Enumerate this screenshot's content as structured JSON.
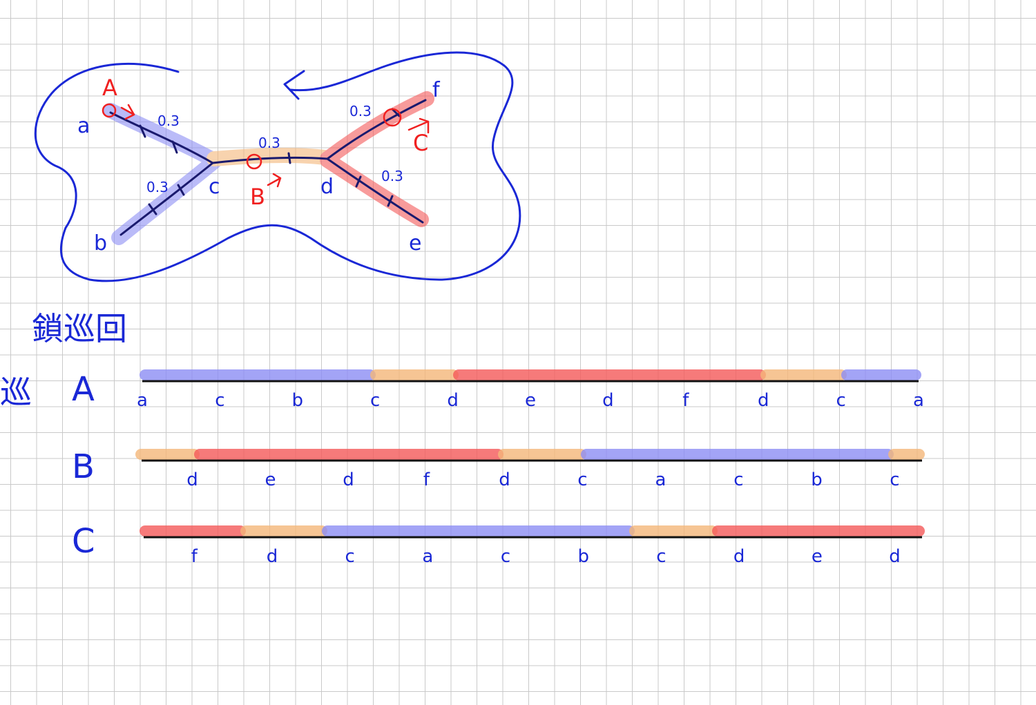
{
  "title": "鎖巡回",
  "side_label": "巡",
  "tree": {
    "node_labels": [
      "a",
      "b",
      "c",
      "d",
      "e",
      "f"
    ],
    "edge_weights": [
      "0.3",
      "0.3",
      "0.3",
      "0.3",
      "0.3"
    ],
    "start_markers": [
      "A",
      "B",
      "C"
    ]
  },
  "sequences": [
    {
      "name": "A",
      "nodes": [
        "a",
        "c",
        "b",
        "c",
        "d",
        "e",
        "d",
        "f",
        "d",
        "c",
        "a"
      ],
      "segments": [
        "blue",
        "orange",
        "red",
        "orange",
        "blue"
      ]
    },
    {
      "name": "B",
      "nodes": [
        "d",
        "e",
        "d",
        "f",
        "d",
        "c",
        "a",
        "c",
        "b",
        "c"
      ],
      "segments": [
        "orange",
        "red",
        "orange",
        "blue",
        "orange"
      ]
    },
    {
      "name": "C",
      "nodes": [
        "f",
        "d",
        "c",
        "a",
        "c",
        "b",
        "c",
        "d",
        "e",
        "d"
      ],
      "segments": [
        "red",
        "orange",
        "blue",
        "orange",
        "red"
      ]
    }
  ],
  "colors": {
    "ink": "#1a28d6",
    "red_ink": "#f02020",
    "highlight_blue": "#8d8ef5",
    "highlight_orange": "#f5b77a",
    "highlight_red": "#f55a5a"
  }
}
